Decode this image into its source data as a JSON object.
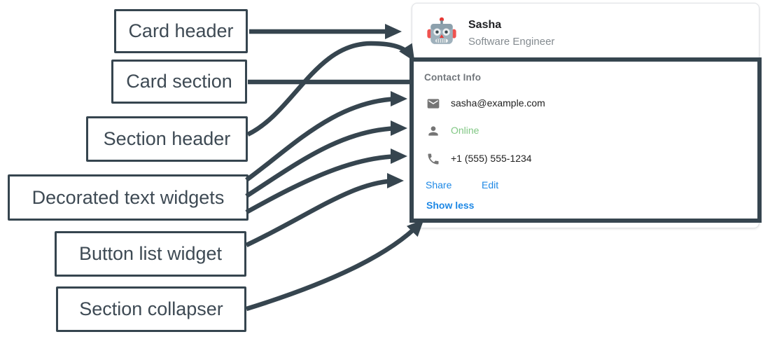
{
  "diagram": {
    "labels": [
      {
        "id": "card-header",
        "text": "Card header"
      },
      {
        "id": "card-section",
        "text": "Card section"
      },
      {
        "id": "section-header",
        "text": "Section header"
      },
      {
        "id": "decorated-text-widgets",
        "text": "Decorated text widgets"
      },
      {
        "id": "button-list-widget",
        "text": "Button list widget"
      },
      {
        "id": "section-collapser",
        "text": "Section collapser"
      }
    ],
    "annotation_color": "#36454F"
  },
  "card": {
    "header": {
      "avatar_icon": "robot-avatar-icon",
      "name": "Sasha",
      "subtitle": "Software Engineer"
    },
    "section": {
      "title": "Contact Info",
      "rows": [
        {
          "icon": "email-icon",
          "text": "sasha@example.com"
        },
        {
          "icon": "person-icon",
          "text": "Online",
          "status_color": "#81C784"
        },
        {
          "icon": "phone-icon",
          "text": "+1 (555) 555-1234"
        }
      ],
      "buttons": [
        {
          "label": "Share"
        },
        {
          "label": "Edit"
        }
      ],
      "collapser_label": "Show less"
    }
  },
  "colors": {
    "accent_blue": "#1E88E5",
    "online_green": "#81C784",
    "annotation_dark": "#36454F",
    "muted_gray": "#848B90",
    "icon_gray": "#757575"
  }
}
